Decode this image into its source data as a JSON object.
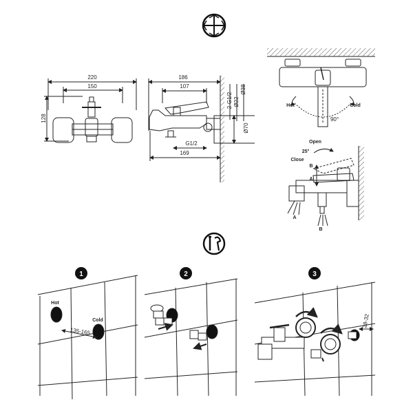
{
  "front_view": {
    "width_total": "220",
    "width_centers": "150",
    "height": "128"
  },
  "side_view": {
    "depth_total": "186",
    "depth_handle": "107",
    "depth_body": "169",
    "spout_thread": "G1/2",
    "wall_thread": "2-G1/2",
    "dia_small": "Ø22",
    "dia_mid": "Ø38",
    "dia_large": "Ø70"
  },
  "temp_detail": {
    "hot": "Hot",
    "cold": "Cold",
    "angle": "90°"
  },
  "flow_detail": {
    "open": "Open",
    "close": "Close",
    "angle": "25°",
    "a_label": "A",
    "b_label": "B"
  },
  "steps": [
    {
      "number": "1",
      "hot": "Hot",
      "cold": "Cold",
      "spacing": "135-165"
    },
    {
      "number": "2"
    },
    {
      "number": "3",
      "depth": "28-32"
    }
  ]
}
